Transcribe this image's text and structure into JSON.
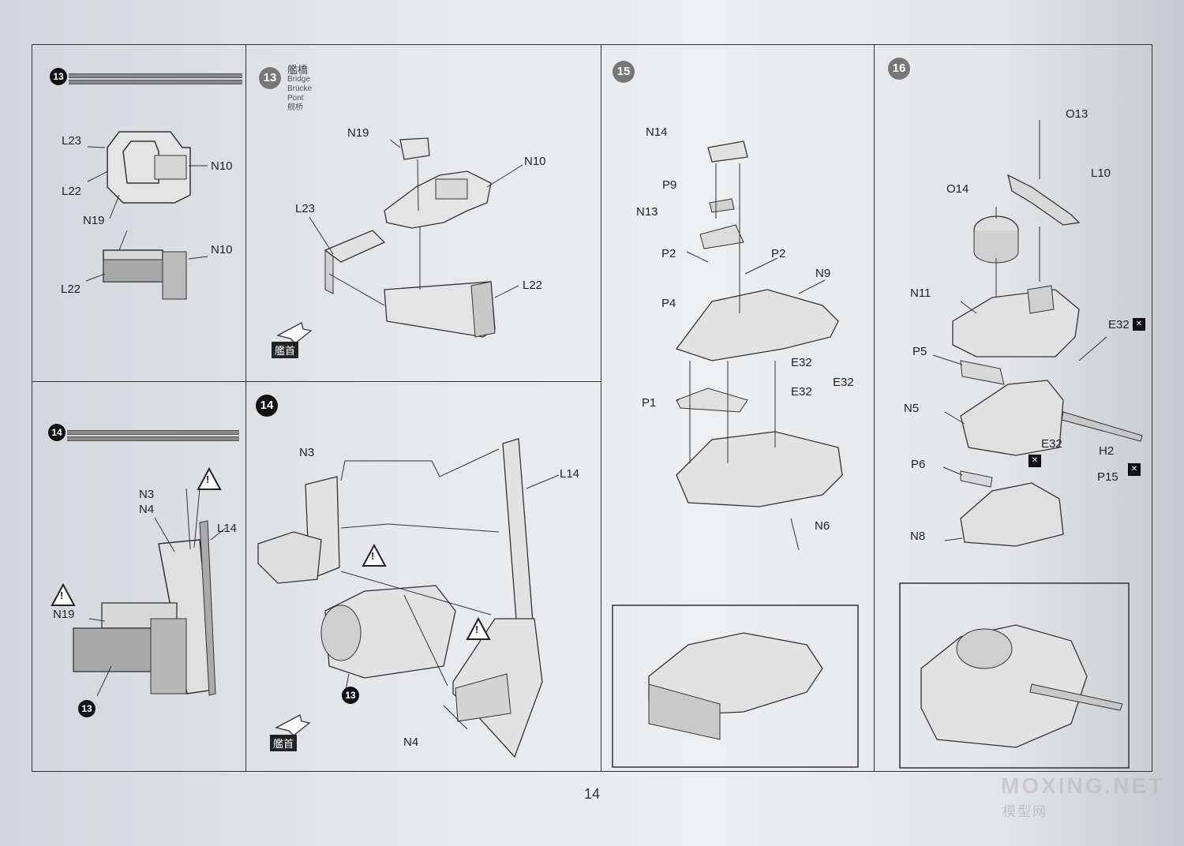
{
  "page_number": "14",
  "watermark": {
    "line1": "MOXING.NET",
    "line2": "模型网"
  },
  "steps": {
    "s13_small": {
      "badge": "13"
    },
    "s13": {
      "badge": "13",
      "title_jp": "艦橋",
      "title_en": "Bridge",
      "title_de": "Brücke",
      "title_fr": "Pont",
      "title_cn": "舰桥",
      "bow_label": "艦首"
    },
    "s14_small": {
      "badge": "14"
    },
    "s14": {
      "badge": "14",
      "bow_label": "艦首",
      "sub_badge": "13"
    },
    "s15": {
      "badge": "15"
    },
    "s16": {
      "badge": "16"
    }
  },
  "parts": {
    "p13_small": [
      "L23",
      "N10",
      "L22",
      "N19",
      "N10",
      "L22"
    ],
    "p13": [
      "N19",
      "N10",
      "L23",
      "L22"
    ],
    "p14_small": [
      "N3",
      "N4",
      "L14",
      "N19"
    ],
    "p14": [
      "N3",
      "L14",
      "N4"
    ],
    "p15": [
      "N14",
      "P9",
      "N13",
      "P2",
      "P2",
      "N9",
      "P4",
      "E32",
      "E32",
      "E32",
      "P1",
      "N6"
    ],
    "p16": [
      "O13",
      "L10",
      "O14",
      "N11",
      "E32",
      "P5",
      "N5",
      "E32",
      "H2",
      "P6",
      "P15",
      "N8"
    ]
  },
  "colors": {
    "line": "#333333",
    "part_fill": "#dcdcdc",
    "shade": "#a8a8a8",
    "badge": "#111111"
  }
}
